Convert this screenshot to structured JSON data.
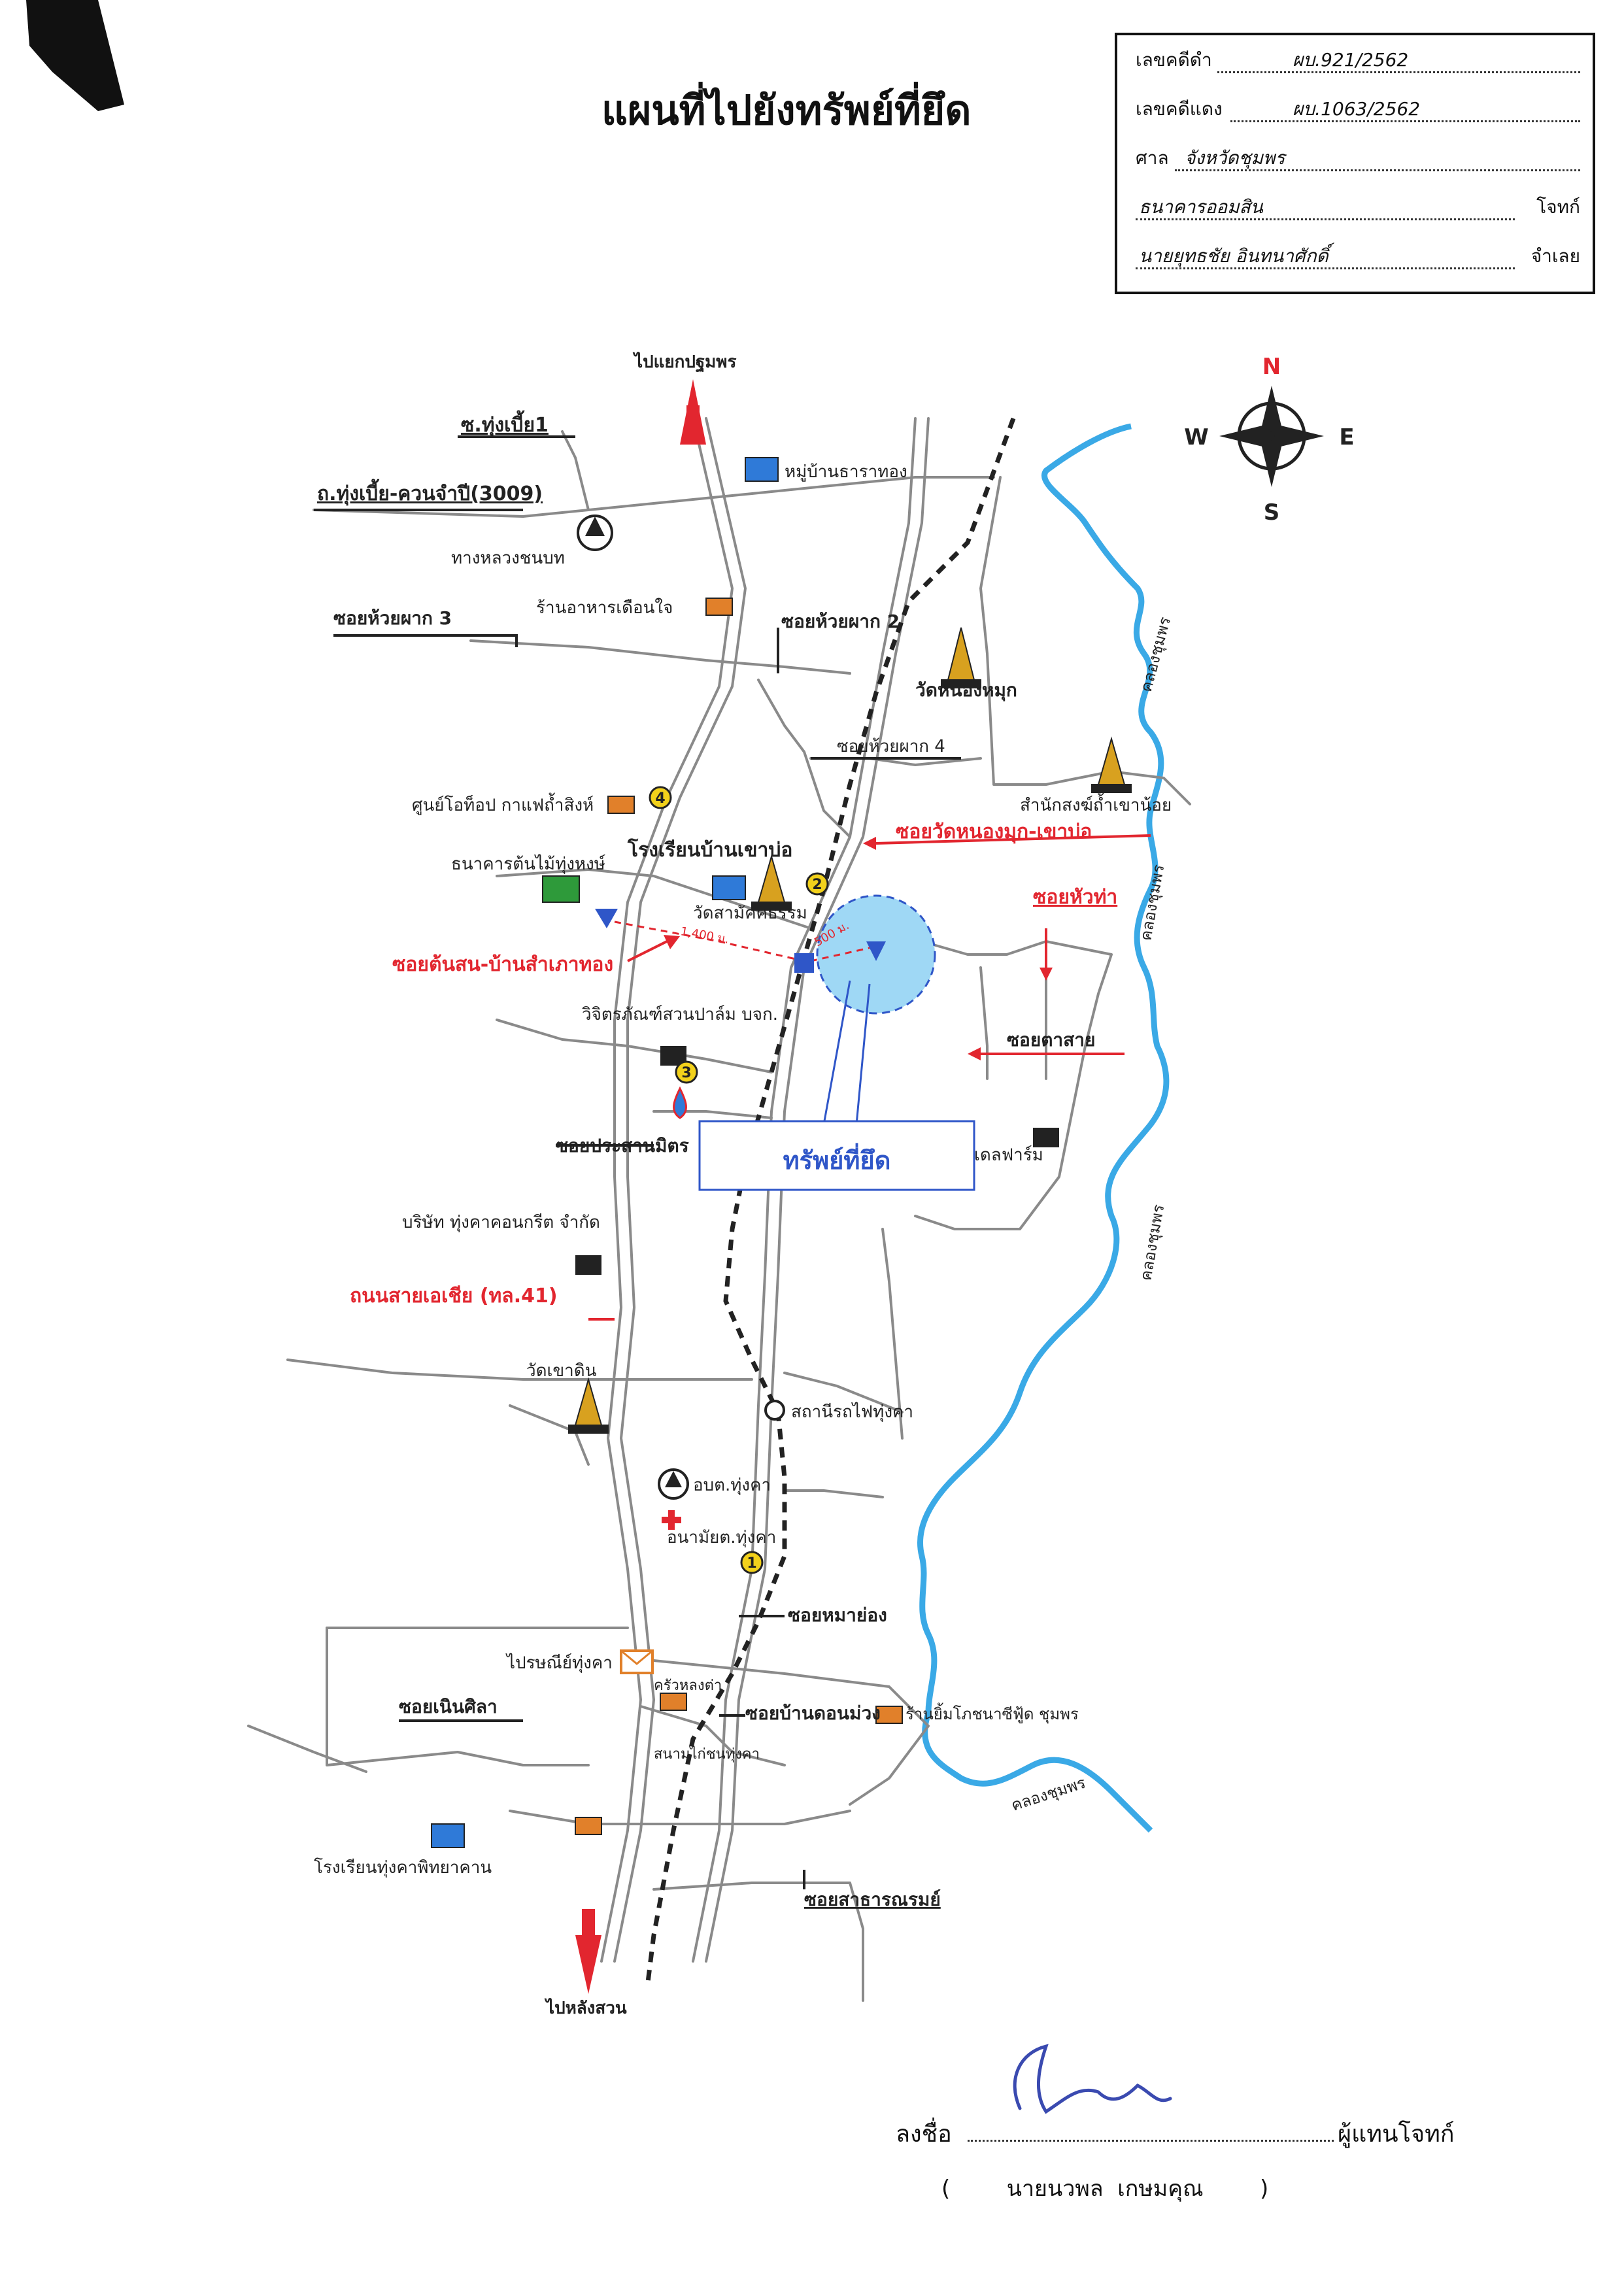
{
  "title": "แผนที่ไปยังทรัพย์ที่ยึด",
  "case_box": {
    "black_case_label": "เลขคดีดำ",
    "black_case_value": "ผบ.921/2562",
    "red_case_label": "เลขคดีแดง",
    "red_case_value": "ผบ.1063/2562",
    "court_label": "ศาล",
    "court_value": "จังหวัดชุมพร",
    "plaintiff_value": "ธนาคารออมสิน",
    "plaintiff_label": "โจทก์",
    "defendant_value": "นายยุทธชัย อินทนาศักดิ์",
    "defendant_label": "จำเลย"
  },
  "compass": {
    "north": "N",
    "south": "S",
    "east": "E",
    "west": "W"
  },
  "labels": {
    "to_pathom_phon": "ไปแยกปฐมพร",
    "to_lang_suan": "ไปหลังสวน",
    "soi_thung_bia_1": "ซ.ทุ่งเบี้ย1",
    "road_3009": "ถ.ทุ่งเบี้ย-ควนจำปี(3009)",
    "highway_district": "ทางหลวงชนบท",
    "village_tharathong": "หมู่บ้านธาราทอง",
    "restaurant_duenjai": "ร้านอาหารเดือนใจ",
    "soi_huai_phak_3": "ซอยห้วยผาก 3",
    "soi_huai_phak_2": "ซอยห้วยผาก 2",
    "wat_nong_muk": "วัดหนองหมุก",
    "soi_huai_phak_4": "ซอยห้วยผาก 4",
    "samnak_song": "สำนักสงฆ์ถ้ำเขาน้อย",
    "topup_cafe": "ศูนย์โอท็อป กาแฟถ้ำสิงห์",
    "soi_wat_nong_muk": "ซอยวัดหนองมุก-เขาบ่อ",
    "school_ban_khao_bo": "โรงเรียนบ้านเขาบ่อ",
    "ton_mai_bank": "ธนาคารต้นไม้ทุ่งหงษ์",
    "wat_sam_kee": "วัดสามัคคีธรรม",
    "soi_hua_tha": "ซอยหัวท่า",
    "soi_ton_son": "ซอยต้นสน-บ้านสำเภาทอง",
    "dist_1400": "1,400 ม.",
    "dist_500": "500 ม.",
    "palm_company": "วิจิตรภัณฑ์สวนปาล์ม บจก.",
    "soi_ta_sai": "ซอยตาสาย",
    "property": "ทรัพย์ที่ยึด",
    "soi_prasan_mit": "ซอยประสานมิตร",
    "farm": "เดลฟาร์ม",
    "concrete_company": "บริษัท ทุ่งคาคอนกรีต จำกัด",
    "asia_highway": "ถนนสายเอเชีย (ทล.41)",
    "wat_khao_din": "วัดเขาดิน",
    "train_station": "สถานีรถไฟทุ่งคา",
    "sao_thung_kha": "อบต.ทุ่งคา",
    "health_center": "อนามัยต.ทุ่งคา",
    "soi_mai_yong": "ซอยหมาย่อง",
    "post_office": "ไปรษณีย์ทุ่งคา",
    "soi_noen_sila": "ซอยเนินศิลา",
    "krua_restaurant": "ครัวหลงต่า",
    "soi_ban_don_muang": "ซอยบ้านดอนม่วง",
    "yim_restaurant": "ร้านยิ้มโภชนาซีฟู้ด ชุมพร",
    "field_thung_kha": "สนามไก่ชนทุ่งคา",
    "school_thung_kha": "โรงเรียนทุ่งคาพิทยาคาน",
    "soi_sataranarom": "ซอยสาธารณรมย์",
    "canal": "คลองชุมพร"
  },
  "markers": [
    "1",
    "2",
    "3",
    "4"
  ],
  "colors": {
    "river": "#3aa9e6",
    "property_zone": "#9fd8f5",
    "red_arrow": "#e2262f",
    "red_label": "#e2262f",
    "blue_leader": "#2f56c8",
    "marker_fill": "#f2d11b",
    "road": "#8a8a8a"
  },
  "signature": {
    "label": "ลงชื่อ",
    "suffix": "ผู้แทนโจทก์",
    "name": "(        นายนวพล  เกษมคุณ        )"
  }
}
